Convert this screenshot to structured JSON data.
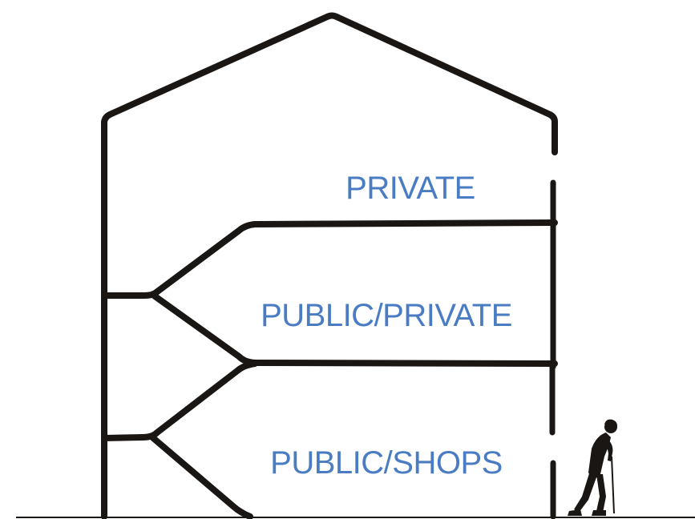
{
  "colors": {
    "label": "#4a7cc4",
    "line": "#1a1614",
    "background": "#ffffff"
  },
  "floors": [
    {
      "label": "PRIVATE"
    },
    {
      "label": "PUBLIC/PRIVATE"
    },
    {
      "label": "PUBLIC/SHOPS"
    }
  ],
  "figure": {
    "icon": "walking-person-with-cane-icon"
  }
}
